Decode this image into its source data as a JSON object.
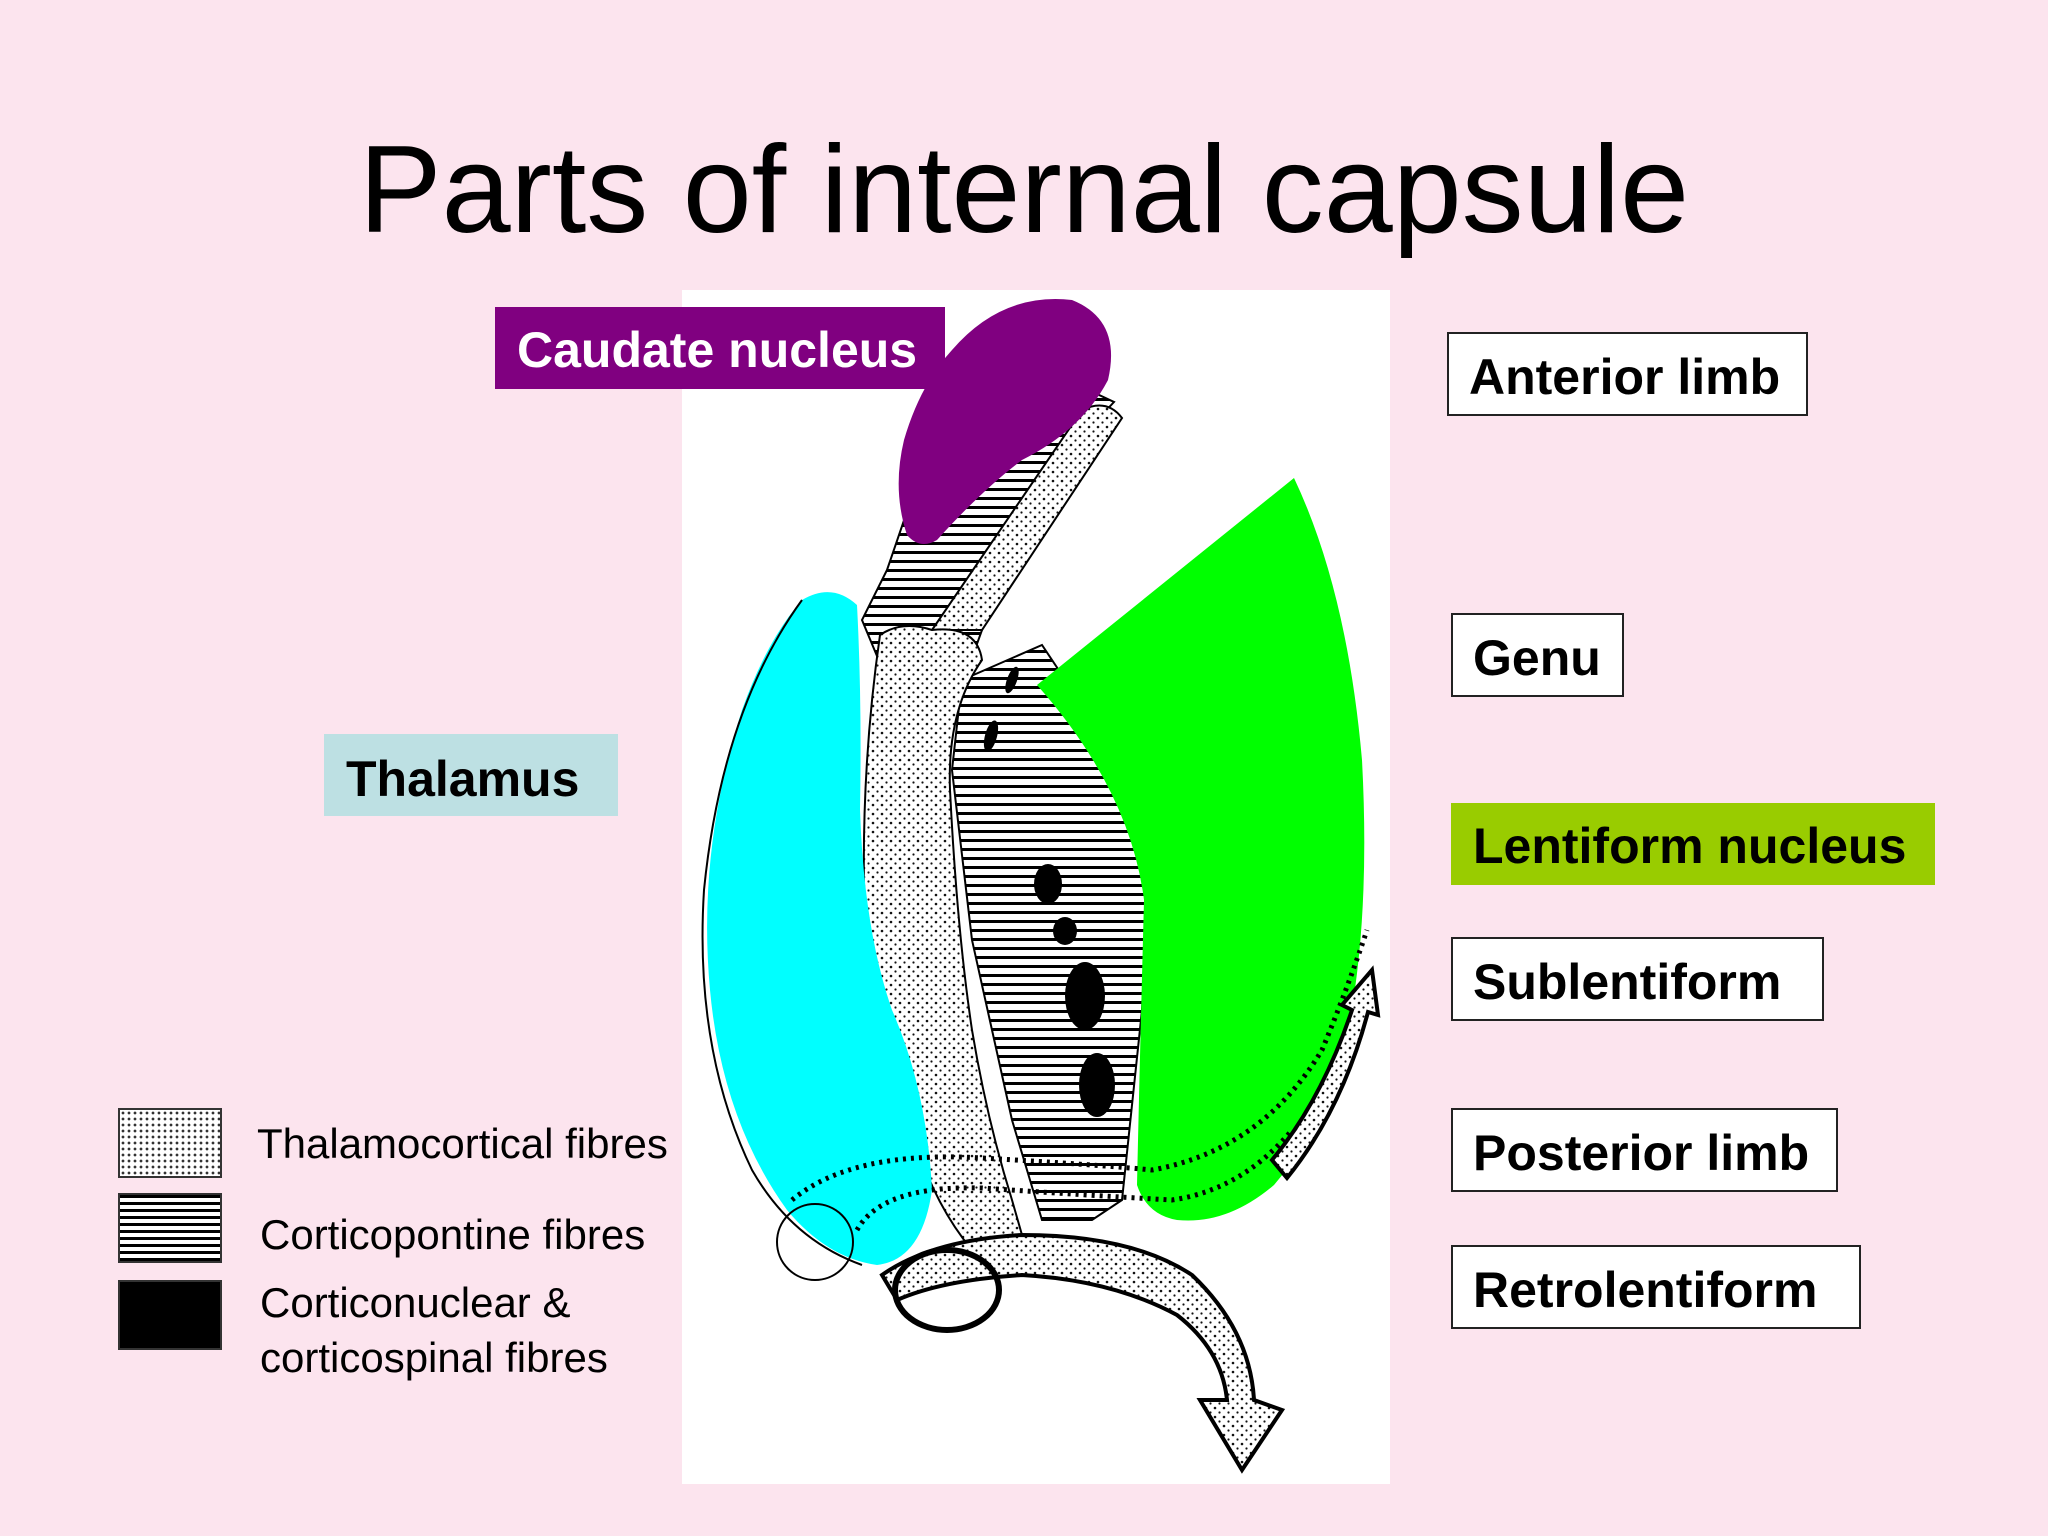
{
  "title": "Parts of internal capsule",
  "structures": {
    "caudate": {
      "label": "Caudate nucleus",
      "color": "#800080"
    },
    "thalamus": {
      "label": "Thalamus",
      "color": "#00ffff",
      "label_bg": "#bde0e3"
    },
    "lentiform": {
      "label": "Lentiform nucleus",
      "color": "#00ff00",
      "label_bg": "#99cc00"
    }
  },
  "parts": [
    "Anterior limb",
    "Genu",
    "Sublentiform",
    "Posterior limb",
    "Retrolentiform"
  ],
  "legend": [
    {
      "pattern": "dotted",
      "lines": [
        "Thalamocortical fibres"
      ]
    },
    {
      "pattern": "horizontal-lines",
      "lines": [
        "Corticopontine fibres"
      ]
    },
    {
      "pattern": "solid-black",
      "lines": [
        "Corticonuclear &",
        "corticospinal fibres"
      ]
    }
  ]
}
